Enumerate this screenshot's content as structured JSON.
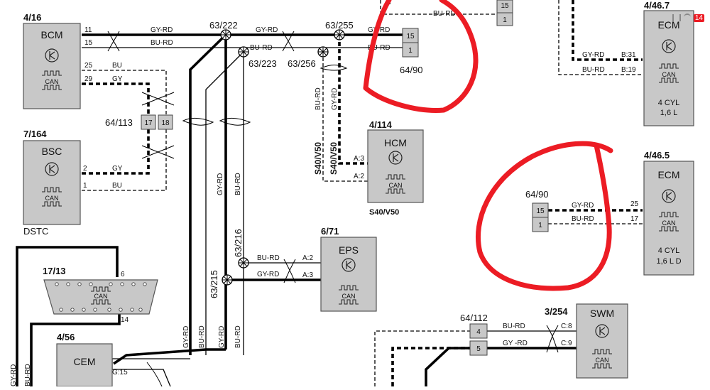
{
  "labels": {
    "bcm_id": "4/16",
    "bcm": "BCM",
    "bsc_id": "7/164",
    "bsc": "BSC",
    "dstc": "DSTC",
    "obd_id": "17/13",
    "cem_id": "4/56",
    "cem": "CEM",
    "hcm_id": "4/114",
    "hcm": "HCM",
    "hcm_var": "S40/V50",
    "eps_id": "6/71",
    "eps": "EPS",
    "ecm1_id": "4/46.7",
    "ecm1": "ECM",
    "ecm1_l1": "4 CYL",
    "ecm1_l2": "1,6 L",
    "ecm2_id": "4/46.5",
    "ecm2": "ECM",
    "ecm2_l1": "4 CYL",
    "ecm2_l2": "1,6 L D",
    "swm_id": "3/254",
    "swm": "SWM",
    "can": "CAN",
    "sp222": "63/222",
    "sp223": "63/223",
    "sp255": "63/255",
    "sp256": "63/256",
    "sp216": "63/216",
    "sp215": "63/215",
    "c6490a": "64/90",
    "c6490b": "64/90",
    "c64113": "64/113",
    "c64112": "64/112",
    "s40a": "S40/V50",
    "s40b": "S40/V50",
    "p11": "11",
    "p15": "15",
    "p25": "25",
    "p29": "29",
    "p2": "2",
    "p1": "1",
    "pA3": "A:3",
    "pA2": "A:2",
    "pEA2": "A:2",
    "pEA3": "A:3",
    "pB31": "B:31",
    "pB19": "B:19",
    "pE25": "25",
    "pE17": "17",
    "pC8": "C:8",
    "pC9": "C:9",
    "pG15": "G:15",
    "p6": "6",
    "p14": "14",
    "c15a": "15",
    "c1a": "1",
    "c15b": "15",
    "c1b": "1",
    "c17": "17",
    "c18": "18",
    "c4": "4",
    "c5": "5",
    "ctop15": "15",
    "ctop1": "1",
    "w_gyrd": "GY-RD",
    "w_burd": "BU-RD",
    "w_bu": "BU",
    "w_gy": "GY",
    "w_gyrd2": "GY -RD",
    "status_num": "14"
  },
  "colors": {
    "highlight": "#ec1c24",
    "module_fill": "#c8c8c8"
  },
  "icons": [
    "transistor-icon",
    "can-pulse-icon",
    "wifi-icon",
    "signal-icon",
    "battery-icon"
  ]
}
